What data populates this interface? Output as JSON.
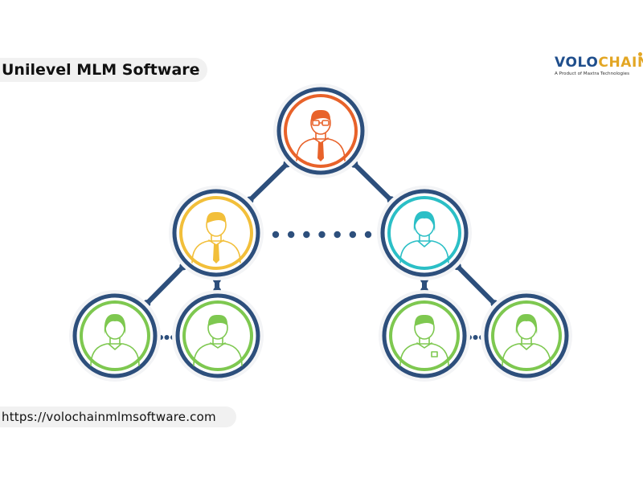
{
  "header": {
    "title": "Unilevel MLM Software"
  },
  "brand": {
    "name_part1": "VOLO",
    "name_part2": "CHAIN",
    "tagline": "A Product of Maxtra Technologies",
    "colors": {
      "primary": "#1f4e8c",
      "accent": "#e3a623"
    }
  },
  "footer": {
    "url": "https://volochainmlmsoftware.com"
  },
  "diagram": {
    "type": "unilevel-tree",
    "connector_color": "#2d4f7c",
    "nodes": [
      {
        "id": "root",
        "level": 0,
        "icon": "male-with-glasses-and-tie-icon",
        "ring_color": "#e8622a"
      },
      {
        "id": "level1-left",
        "level": 1,
        "icon": "male-with-tie-icon",
        "ring_color": "#f2bf3a"
      },
      {
        "id": "level1-right",
        "level": 1,
        "icon": "female-icon",
        "ring_color": "#2bbfc6"
      },
      {
        "id": "level2-left-a",
        "level": 2,
        "icon": "female-icon",
        "ring_color": "#7ec850"
      },
      {
        "id": "level2-left-b",
        "level": 2,
        "icon": "male-icon",
        "ring_color": "#7ec850"
      },
      {
        "id": "level2-right-a",
        "level": 2,
        "icon": "male-with-pocket-shirt-icon",
        "ring_color": "#7ec850"
      },
      {
        "id": "level2-right-b",
        "level": 2,
        "icon": "female-icon",
        "ring_color": "#7ec850"
      }
    ]
  }
}
